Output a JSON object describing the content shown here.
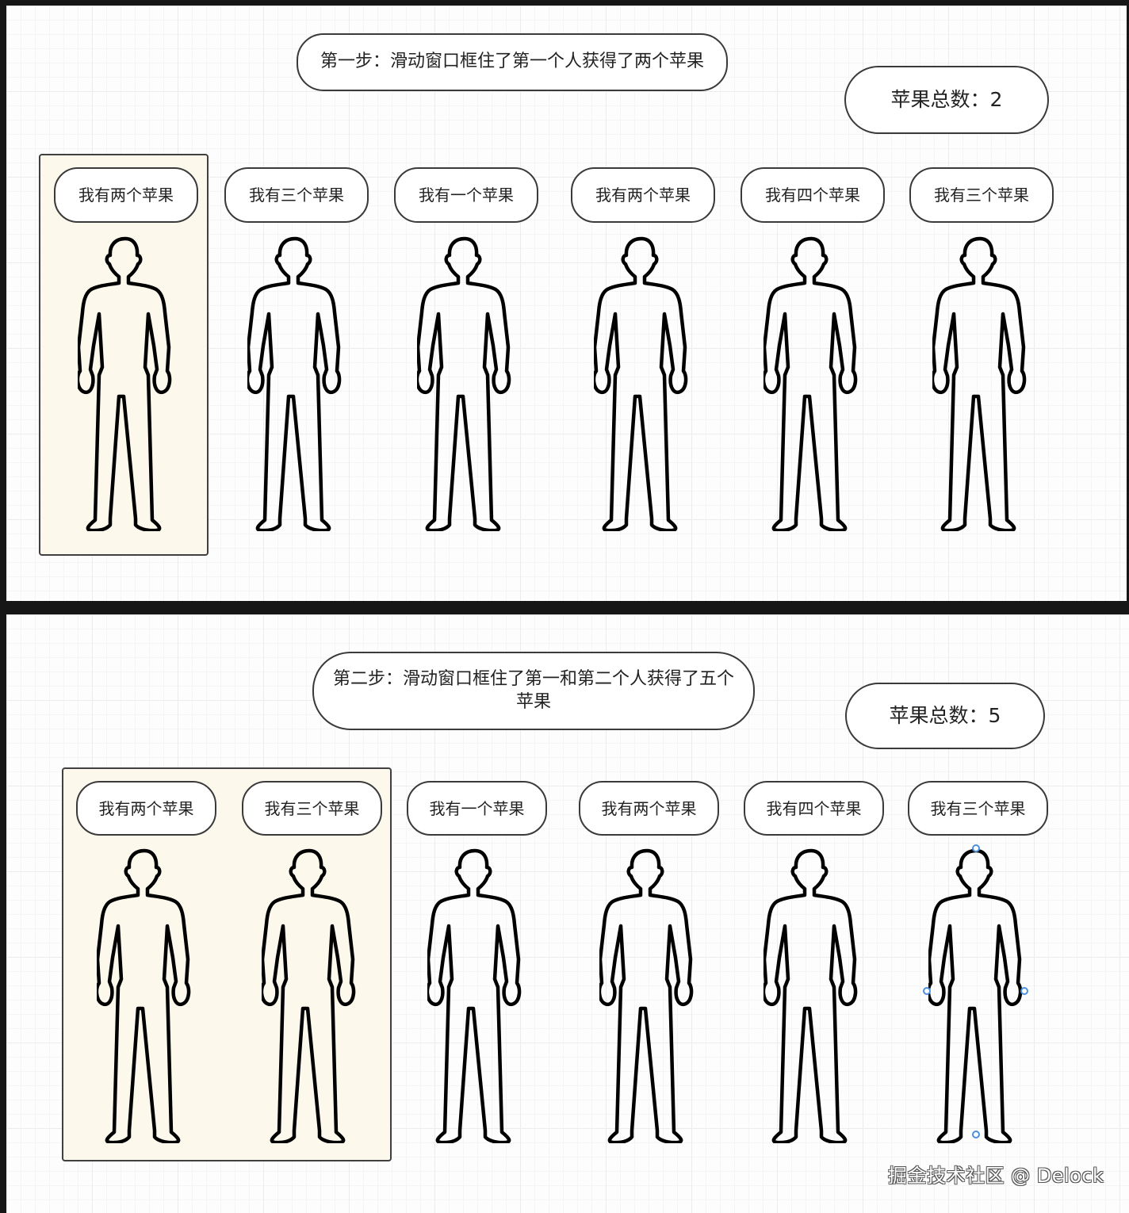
{
  "step1": {
    "title": "第一步：滑动窗口框住了第一个人获得了两个苹果",
    "total_label": "苹果总数：2",
    "people": [
      {
        "label": "我有两个苹果",
        "apples": 2,
        "in_window": true
      },
      {
        "label": "我有三个苹果",
        "apples": 3,
        "in_window": false
      },
      {
        "label": "我有一个苹果",
        "apples": 1,
        "in_window": false
      },
      {
        "label": "我有两个苹果",
        "apples": 2,
        "in_window": false
      },
      {
        "label": "我有四个苹果",
        "apples": 4,
        "in_window": false
      },
      {
        "label": "我有三个苹果",
        "apples": 3,
        "in_window": false
      }
    ]
  },
  "step2": {
    "title": "第二步：滑动窗口框住了第一和第二个人获得了五个苹果",
    "total_label": "苹果总数：5",
    "people": [
      {
        "label": "我有两个苹果",
        "apples": 2,
        "in_window": true
      },
      {
        "label": "我有三个苹果",
        "apples": 3,
        "in_window": true
      },
      {
        "label": "我有一个苹果",
        "apples": 1,
        "in_window": false
      },
      {
        "label": "我有两个苹果",
        "apples": 2,
        "in_window": false
      },
      {
        "label": "我有四个苹果",
        "apples": 4,
        "in_window": false
      },
      {
        "label": "我有三个苹果",
        "apples": 3,
        "in_window": false
      }
    ]
  },
  "colors": {
    "window_fill": "#fcf8ec",
    "window_border": "#404040",
    "selection_handle": "#4a8fe0",
    "background": "#161616"
  },
  "watermark": "掘金技术社区 @ Delock"
}
